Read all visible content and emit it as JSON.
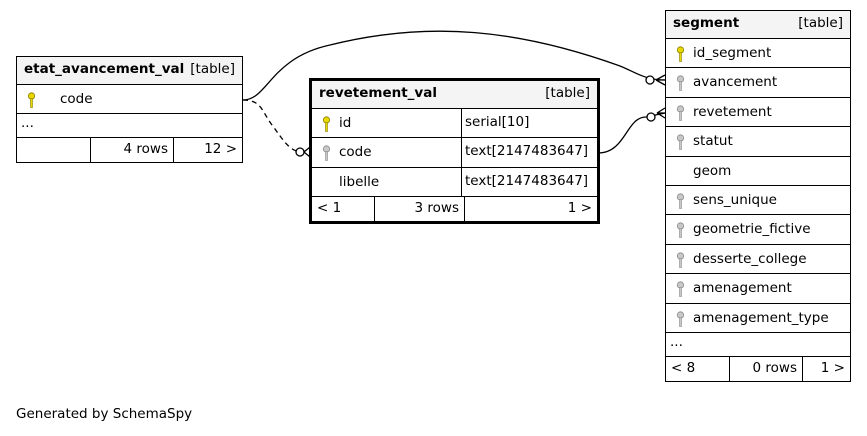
{
  "tables": {
    "etat_avancement_val": {
      "name": "etat_avancement_val",
      "kind": "[table]",
      "columns": [
        {
          "name": "code",
          "key": "primary"
        }
      ],
      "more": "...",
      "footer": {
        "prev": "",
        "rows": "4 rows",
        "next": "12 >"
      }
    },
    "revetement_val": {
      "name": "revetement_val",
      "kind": "[table]",
      "columns": [
        {
          "name": "id",
          "type": "serial[10]",
          "key": "primary"
        },
        {
          "name": "code",
          "type": "text[2147483647]",
          "key": "index"
        },
        {
          "name": "libelle",
          "type": "text[2147483647]",
          "key": "none"
        }
      ],
      "footer": {
        "prev": "< 1",
        "rows": "3 rows",
        "next": "1 >"
      }
    },
    "segment": {
      "name": "segment",
      "kind": "[table]",
      "columns": [
        {
          "name": "id_segment",
          "key": "primary"
        },
        {
          "name": "avancement",
          "key": "index"
        },
        {
          "name": "revetement",
          "key": "index"
        },
        {
          "name": "statut",
          "key": "index"
        },
        {
          "name": "geom",
          "key": "none"
        },
        {
          "name": "sens_unique",
          "key": "index"
        },
        {
          "name": "geometrie_fictive",
          "key": "index"
        },
        {
          "name": "desserte_college",
          "key": "index"
        },
        {
          "name": "amenagement",
          "key": "index"
        },
        {
          "name": "amenagement_type",
          "key": "index"
        }
      ],
      "more": "...",
      "footer": {
        "prev": "< 8",
        "rows": "0 rows",
        "next": "1 >"
      }
    }
  },
  "colors": {
    "primary_key": "#e8d800",
    "index_key": "#b0b0b0",
    "header_bg": "#f4f4f4"
  },
  "credit": "Generated by SchemaSpy"
}
